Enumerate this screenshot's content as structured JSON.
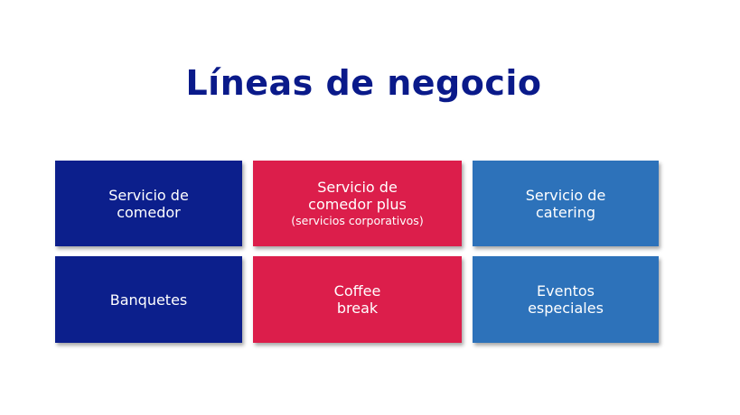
{
  "slide": {
    "title": "Líneas de negocio",
    "tiles": [
      {
        "line1": "Servicio de",
        "line2": "comedor",
        "sub": "",
        "color": "#0c1f8c"
      },
      {
        "line1": "Servicio de",
        "line2": "comedor plus",
        "sub": "(servicios corporativos)",
        "color": "#dc1e4b"
      },
      {
        "line1": "Servicio de",
        "line2": "catering",
        "sub": "",
        "color": "#2d72ba"
      },
      {
        "line1": "Banquetes",
        "line2": "",
        "sub": "",
        "color": "#0c1f8c"
      },
      {
        "line1": "Coffee",
        "line2": "break",
        "sub": "",
        "color": "#dc1e4b"
      },
      {
        "line1": "Eventos",
        "line2": "especiales",
        "sub": "",
        "color": "#2d72ba"
      }
    ]
  }
}
